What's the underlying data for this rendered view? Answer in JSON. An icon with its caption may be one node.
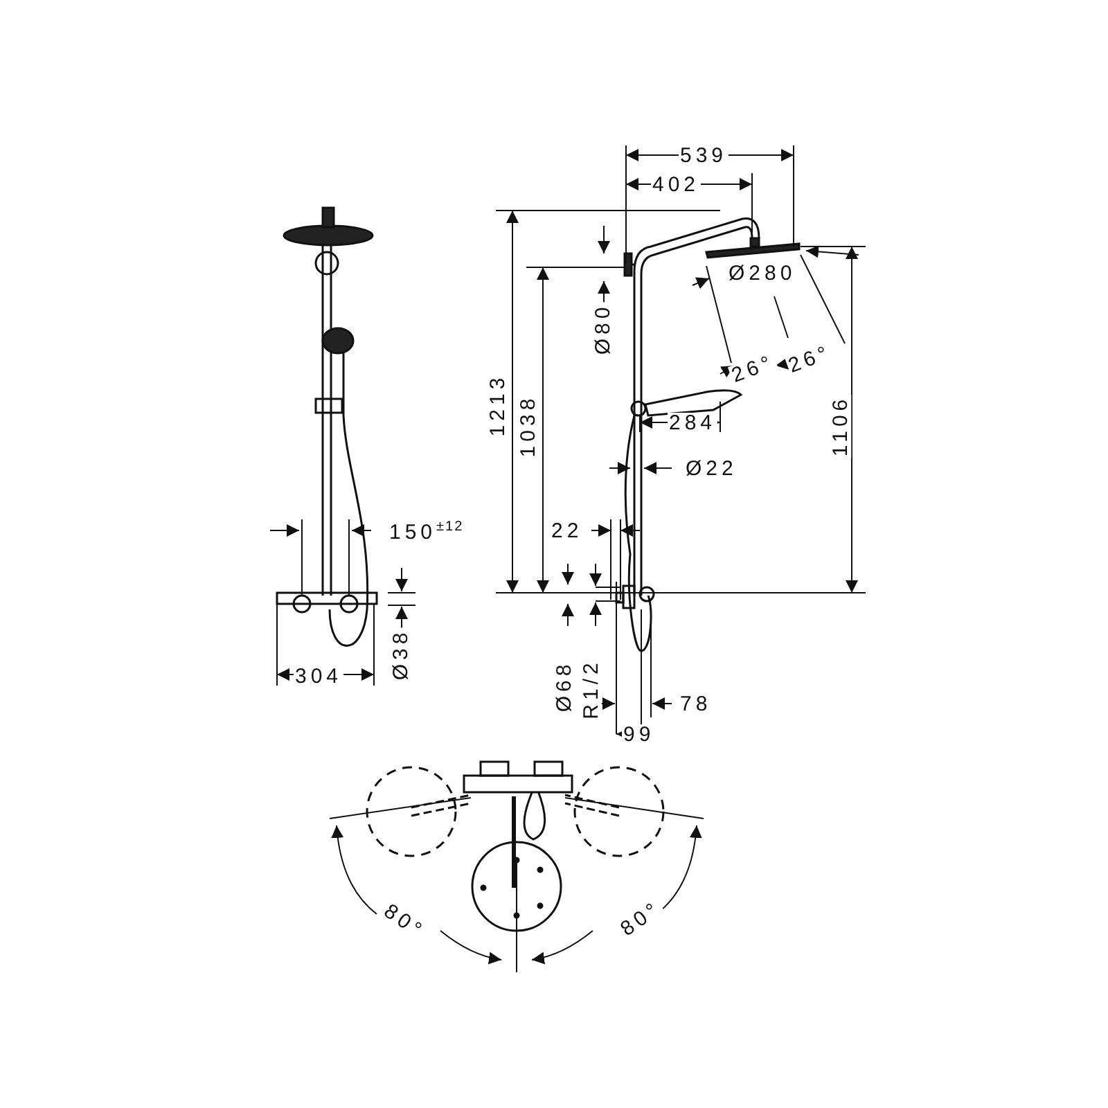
{
  "diagram": {
    "labels": [
      "539",
      "402",
      "Ø80",
      "Ø280",
      "26°",
      "26°",
      "1213",
      "1038",
      "1106",
      "284",
      "Ø22",
      "150$^{±12}$",
      "22",
      "Ø38",
      "Ø68",
      "R1/2",
      "304",
      "78",
      "99",
      "80°",
      "80°"
    ]
  }
}
